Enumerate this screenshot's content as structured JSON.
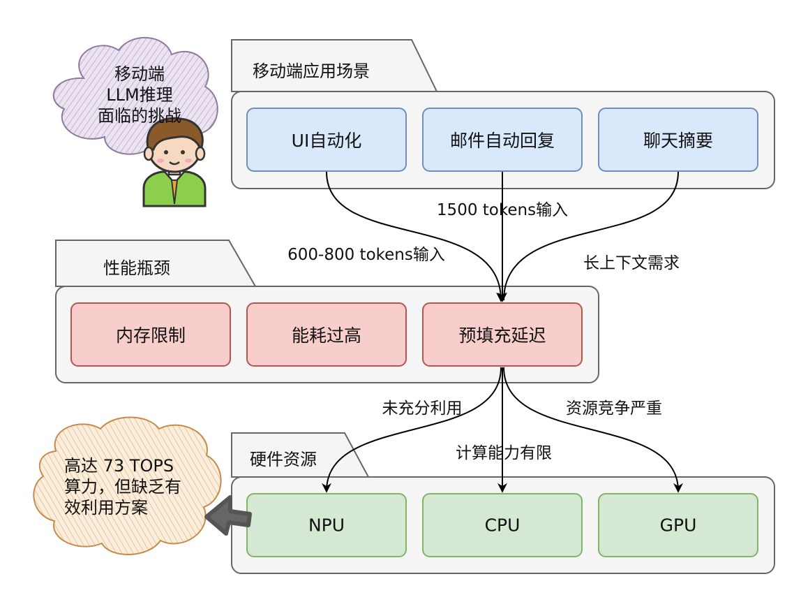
{
  "groups": {
    "apps": {
      "title": "移动端应用场景",
      "items": [
        "UI自动化",
        "邮件自动回复",
        "聊天摘要"
      ]
    },
    "bottleneck": {
      "title": "性能瓶颈",
      "items": [
        "内存限制",
        "能耗过高",
        "预填充延迟"
      ]
    },
    "hardware": {
      "title": "硬件资源",
      "items": [
        "NPU",
        "CPU",
        "GPU"
      ]
    }
  },
  "edges": {
    "top_left": "600-800 tokens输入",
    "top_mid": "1500 tokens输入",
    "top_right": "长上下文需求",
    "bot_left": "未充分利用",
    "bot_mid": "计算能力有限",
    "bot_right": "资源竞争严重"
  },
  "clouds": {
    "top": "移动端\nLLM推理\n面临的挑战",
    "bottom": "高达 73 TOPS\n算力，但缺乏有\n效利用方案"
  },
  "colors": {
    "app_fill": "#dae8fc",
    "app_stroke": "#6c8ebf",
    "bottleneck_fill": "#f8cecc",
    "bottleneck_stroke": "#b85450",
    "hardware_fill": "#d5e8d4",
    "hardware_stroke": "#82b366",
    "group_fill": "#f5f5f5",
    "group_stroke": "#666666"
  }
}
